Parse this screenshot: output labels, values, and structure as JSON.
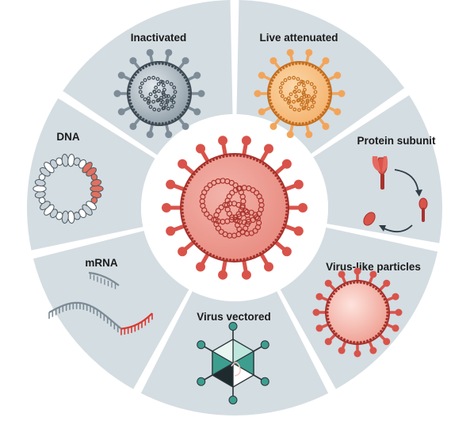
{
  "colors": {
    "segment_fill": "#d4dde2",
    "segment_gap": "#ffffff",
    "center_fill": "#ffffff",
    "virus_red": "#d9534a",
    "virus_red_light": "#f2b3aa",
    "virus_red_dark": "#a8322c",
    "inactivated_grey": "#7d8c97",
    "inactivated_dark": "#3e4a53",
    "attenuated_orange": "#f2a55a",
    "attenuated_light": "#fbd7a8",
    "attenuated_dark": "#c46f20",
    "dna_grey": "#8a99a3",
    "dna_red": "#e07060",
    "mrna_grey": "#7b8a94",
    "mrna_red": "#d9382e",
    "vector_teal": "#3d9e8f",
    "vector_teal_light": "#a9ddd2",
    "arrow_dark": "#2f3d45"
  },
  "segments": [
    {
      "id": "inactivated",
      "label": "Inactivated",
      "icon": "inactivated-virus-icon"
    },
    {
      "id": "live-attenuated",
      "label": "Live attenuated",
      "icon": "attenuated-virus-icon"
    },
    {
      "id": "protein-subunit",
      "label": "Protein subunit",
      "icon": "protein-subunit-icon"
    },
    {
      "id": "virus-like-particles",
      "label": "Virus-like particles",
      "icon": "vlp-icon"
    },
    {
      "id": "virus-vectored",
      "label": "Virus vectored",
      "icon": "viral-vector-icon"
    },
    {
      "id": "mrna",
      "label": "mRNA",
      "icon": "mrna-strand-icon"
    },
    {
      "id": "dna",
      "label": "DNA",
      "icon": "dna-plasmid-icon"
    }
  ],
  "center": {
    "icon": "coronavirus-icon"
  }
}
